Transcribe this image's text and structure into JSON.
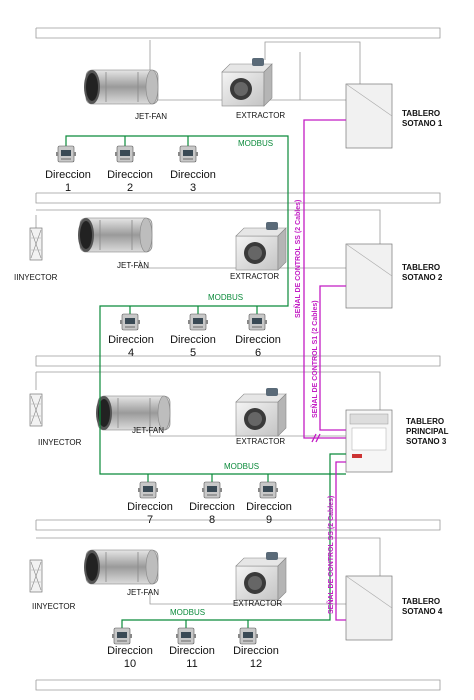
{
  "labels": {
    "jetfan": "JET-FAN",
    "extractor": "EXTRACTOR",
    "injector": "IINYECTOR",
    "modbus": "MODBUS",
    "direccion": "Direccion"
  },
  "panels": [
    {
      "line1": "TABLERO",
      "line2": "SOTANO 1"
    },
    {
      "line1": "TABLERO",
      "line2": "SOTANO 2"
    },
    {
      "line1": "TABLERO",
      "line2": "PRINCIPAL",
      "line3": "SOTANO 3"
    },
    {
      "line1": "TABLERO",
      "line2": "SOTANO 4"
    }
  ],
  "directions": [
    "1",
    "2",
    "3",
    "4",
    "5",
    "6",
    "7",
    "8",
    "9",
    "10",
    "11",
    "12"
  ],
  "signals": {
    "s1": "SEÑAL DE CONTROL SS (2 Cables)",
    "s2": "SEÑAL DE CONTROL S1 (2 Cables)",
    "s3": "SEÑAL DE CONTROL SS (2 Cables)"
  },
  "colors": {
    "modbus_line": "#0a8a3a",
    "signal_line": "#c21cc4"
  }
}
